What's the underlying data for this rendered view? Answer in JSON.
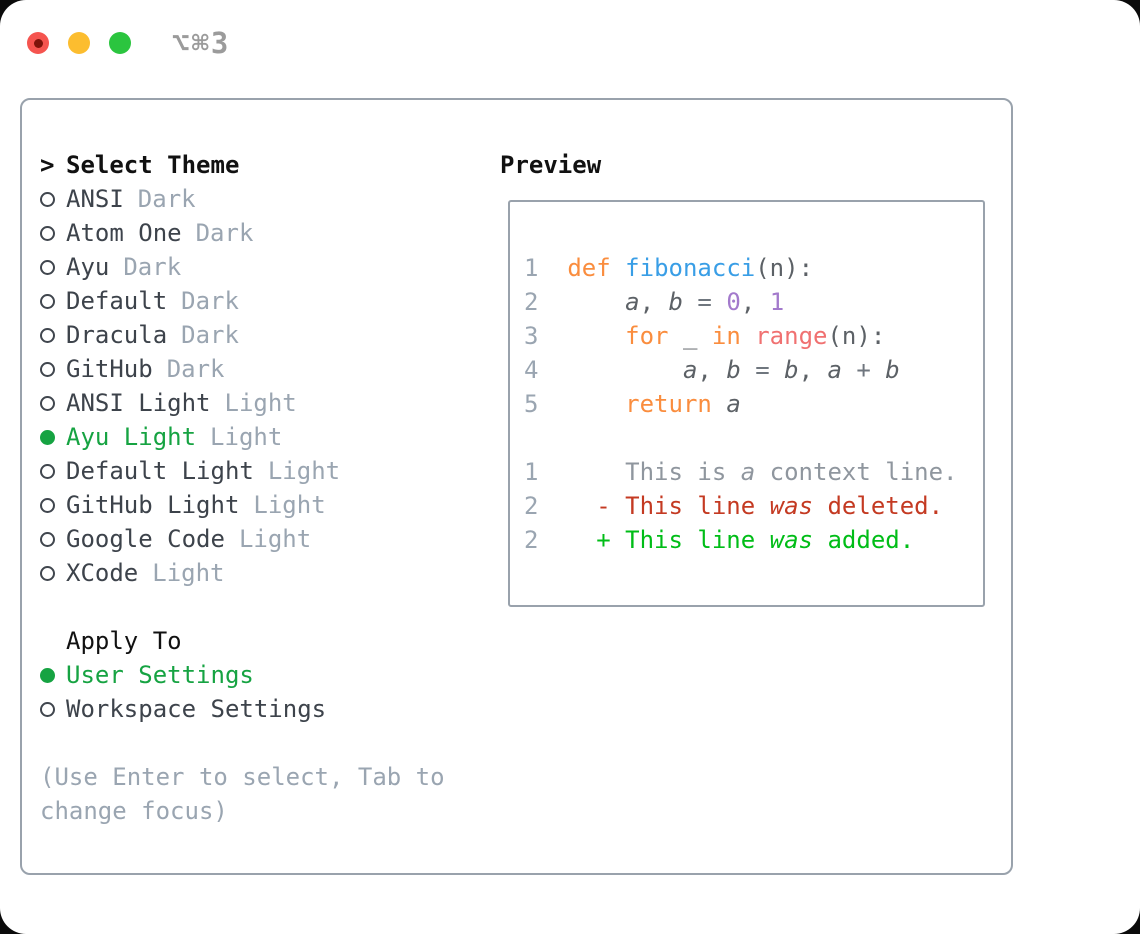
{
  "window": {
    "title": "⌥⌘3"
  },
  "left": {
    "header": {
      "prefix": ">",
      "label": "Select Theme"
    },
    "themes": [
      {
        "name": "ANSI",
        "variant": "Dark",
        "selected": false
      },
      {
        "name": "Atom One",
        "variant": "Dark",
        "selected": false
      },
      {
        "name": "Ayu",
        "variant": "Dark",
        "selected": false
      },
      {
        "name": "Default",
        "variant": "Dark",
        "selected": false
      },
      {
        "name": "Dracula",
        "variant": "Dark",
        "selected": false
      },
      {
        "name": "GitHub",
        "variant": "Dark",
        "selected": false
      },
      {
        "name": "ANSI Light",
        "variant": "Light",
        "selected": false
      },
      {
        "name": "Ayu Light",
        "variant": "Light",
        "selected": true
      },
      {
        "name": "Default Light",
        "variant": "Light",
        "selected": false
      },
      {
        "name": "GitHub Light",
        "variant": "Light",
        "selected": false
      },
      {
        "name": "Google Code",
        "variant": "Light",
        "selected": false
      },
      {
        "name": "XCode",
        "variant": "Light",
        "selected": false
      }
    ],
    "apply_to": {
      "label": "Apply To",
      "options": [
        {
          "label": "User Settings",
          "selected": true
        },
        {
          "label": "Workspace Settings",
          "selected": false
        }
      ]
    },
    "hint": "(Use Enter to select, Tab to change focus)"
  },
  "preview": {
    "label": "Preview",
    "lines": [
      {
        "num": "1",
        "tokens": [
          {
            "t": "def",
            "c": "kw"
          },
          {
            "t": " "
          },
          {
            "t": "fibonacci",
            "c": "fn"
          },
          {
            "t": "(n):"
          }
        ]
      },
      {
        "num": "2",
        "tokens": [
          {
            "t": "    "
          },
          {
            "t": "a",
            "i": true
          },
          {
            "t": ", "
          },
          {
            "t": "b",
            "i": true
          },
          {
            "t": " "
          },
          {
            "t": "=",
            "c": "op"
          },
          {
            "t": " "
          },
          {
            "t": "0",
            "c": "pnum"
          },
          {
            "t": ", "
          },
          {
            "t": "1",
            "c": "pnum"
          }
        ]
      },
      {
        "num": "3",
        "tokens": [
          {
            "t": "    "
          },
          {
            "t": "for",
            "c": "kw"
          },
          {
            "t": " _ "
          },
          {
            "t": "in",
            "c": "kw"
          },
          {
            "t": " "
          },
          {
            "t": "range",
            "c": "sp"
          },
          {
            "t": "(n):"
          }
        ]
      },
      {
        "num": "4",
        "tokens": [
          {
            "t": "        "
          },
          {
            "t": "a",
            "i": true
          },
          {
            "t": ", "
          },
          {
            "t": "b",
            "i": true
          },
          {
            "t": " "
          },
          {
            "t": "=",
            "c": "op"
          },
          {
            "t": " "
          },
          {
            "t": "b",
            "i": true
          },
          {
            "t": ", "
          },
          {
            "t": "a",
            "i": true
          },
          {
            "t": " "
          },
          {
            "t": "+",
            "c": "op"
          },
          {
            "t": " "
          },
          {
            "t": "b",
            "i": true
          }
        ]
      },
      {
        "num": "5",
        "tokens": [
          {
            "t": "    "
          },
          {
            "t": "return",
            "c": "kw"
          },
          {
            "t": " "
          },
          {
            "t": "a",
            "i": true
          }
        ]
      },
      {
        "blank": true
      },
      {
        "num": "1",
        "cls": "ctx",
        "marker": "",
        "tokens": [
          {
            "t": "This is "
          },
          {
            "t": "a",
            "i": true
          },
          {
            "t": " context line."
          }
        ]
      },
      {
        "num": "2",
        "cls": "del",
        "marker": "-",
        "tokens": [
          {
            "t": "This line "
          },
          {
            "t": "was",
            "i": true
          },
          {
            "t": " deleted."
          }
        ]
      },
      {
        "num": "2",
        "cls": "add",
        "marker": "+",
        "tokens": [
          {
            "t": "This line "
          },
          {
            "t": "was",
            "i": true
          },
          {
            "t": " added."
          }
        ]
      }
    ]
  },
  "colors": {
    "accent_green": "#16a342",
    "panel_border": "#99a2ac",
    "muted_gray": "#9aa5b1",
    "text_dark": "#3d434b",
    "heading_black": "#111111",
    "syntax_keyword": "#fa8d3e",
    "syntax_function": "#399ee6",
    "syntax_special": "#f07171",
    "syntax_number": "#a37acc",
    "syntax_default": "#5c6166",
    "syntax_operator": "#6f767e",
    "diff_context": "#8f969e",
    "diff_deleted": "#c43a22",
    "diff_added": "#00bd17",
    "traffic_red": "#f5544f",
    "traffic_yellow": "#fcbd2f",
    "traffic_green": "#2bc53f"
  }
}
